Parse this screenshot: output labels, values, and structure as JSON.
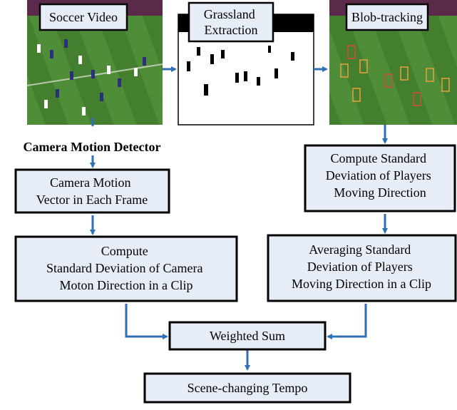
{
  "panels": {
    "soccer_video": {
      "title": "Soccer Video"
    },
    "grassland": {
      "title_lines": [
        "Grassland",
        "Extraction"
      ]
    },
    "blob_tracking": {
      "title": "Blob-tracking"
    }
  },
  "camera_motion_detector": {
    "label": "Camera Motion Detector"
  },
  "boxes": {
    "camera_vector": {
      "lines": [
        "Camera Motion",
        "Vector in Each Frame"
      ]
    },
    "compute_camera_std": {
      "lines": [
        "Compute",
        "Standard Deviation of Camera",
        "Moton Direction in a Clip"
      ]
    },
    "compute_players_std": {
      "lines": [
        "Compute Standard",
        "Deviation of Players",
        "Moving Direction"
      ]
    },
    "averaging_std": {
      "lines": [
        "Averaging Standard",
        "Deviation of Players",
        "Moving Direction in a Clip"
      ]
    },
    "weighted_sum": {
      "label": "Weighted Sum"
    },
    "tempo": {
      "label": "Scene-changing Tempo"
    }
  },
  "colors": {
    "arrow": "#2f6fb3",
    "box_fill": "#e7edf6",
    "box_stroke": "#000000",
    "pitch_dark": "#3f7a2c",
    "pitch_light": "#5a9a3e",
    "stand": "#5b2a4a"
  }
}
